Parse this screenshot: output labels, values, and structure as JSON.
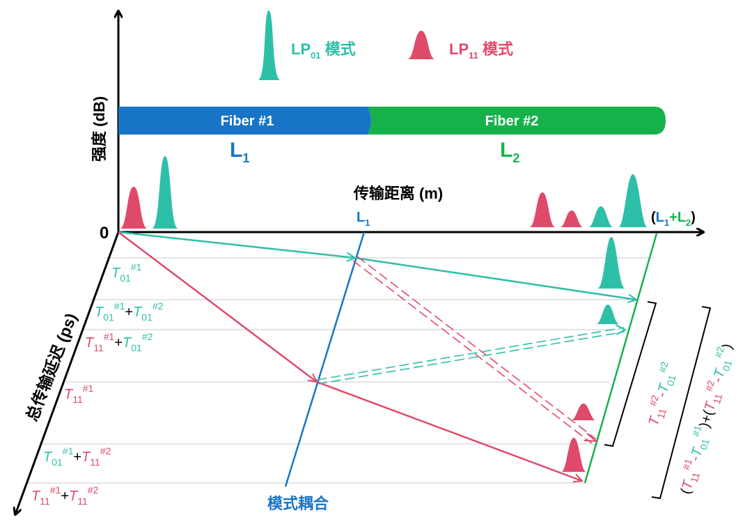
{
  "colors": {
    "lp01": "#2EBFA9",
    "lp11": "#E04A6A",
    "fiber1": "#1874C6",
    "fiber2": "#17B14C",
    "axis": "#000000",
    "grid": "#C8C8C8"
  },
  "legend": {
    "lp01_base": "LP",
    "lp01_sub": "01",
    "lp01_tail": " 模式",
    "lp11_base": "LP",
    "lp11_sub": "11",
    "lp11_tail": " 模式"
  },
  "fiber": {
    "f1_label": "Fiber #1",
    "f2_label": "Fiber #2",
    "l1_base": "L",
    "l1_sub": "1",
    "l2_base": "L",
    "l2_sub": "2"
  },
  "axes": {
    "y_label": "强度 (dB)",
    "x_label": "传输距离 (m)",
    "z_label": "总传输延迟 (ps)",
    "origin": "0",
    "l1_base": "L",
    "l1_sub": "1",
    "end_open": "(",
    "end_l1_base": "L",
    "end_l1_sub": "1",
    "end_plus": "+",
    "end_l2_base": "L",
    "end_l2_sub": "2",
    "end_close": ")"
  },
  "delays": {
    "row1": {
      "a": "T",
      "a_sub": "01",
      "a_sup": "#1"
    },
    "row2": {
      "a": "T",
      "a_sub": "01",
      "a_sup": "#1",
      "plus": "+",
      "b": "T",
      "b_sub": "01",
      "b_sup": "#2"
    },
    "row3": {
      "a": "T",
      "a_sub": "11",
      "a_sup": "#1",
      "plus": "+",
      "b": "T",
      "b_sub": "01",
      "b_sup": "#2"
    },
    "row4": {
      "a": "T",
      "a_sub": "11",
      "a_sup": "#1"
    },
    "row5": {
      "a": "T",
      "a_sub": "01",
      "a_sup": "#1",
      "plus": "+",
      "b": "T",
      "b_sub": "11",
      "b_sup": "#2"
    },
    "row6": {
      "a": "T",
      "a_sub": "11",
      "a_sup": "#1",
      "plus": "+",
      "b": "T",
      "b_sub": "11",
      "b_sup": "#2"
    }
  },
  "coupling_label": "模式耦合",
  "brackets": {
    "inner": {
      "a": "T",
      "a_sub": "11",
      "a_sup": "#2",
      "minus": "-",
      "b": "T",
      "b_sub": "01",
      "b_sup": "#2"
    },
    "outer": {
      "open1": "(",
      "a": "T",
      "a_sub": "11",
      "a_sup": "#1",
      "minus1": "-",
      "b": "T",
      "b_sub": "01",
      "b_sup": "#1",
      "close1": ")",
      "plus": "+",
      "open2": "(",
      "c": "T",
      "c_sub": "11",
      "c_sup": "#2",
      "minus2": "-",
      "d": "T",
      "d_sub": "01",
      "d_sup": "#2",
      "close2": ")"
    }
  }
}
